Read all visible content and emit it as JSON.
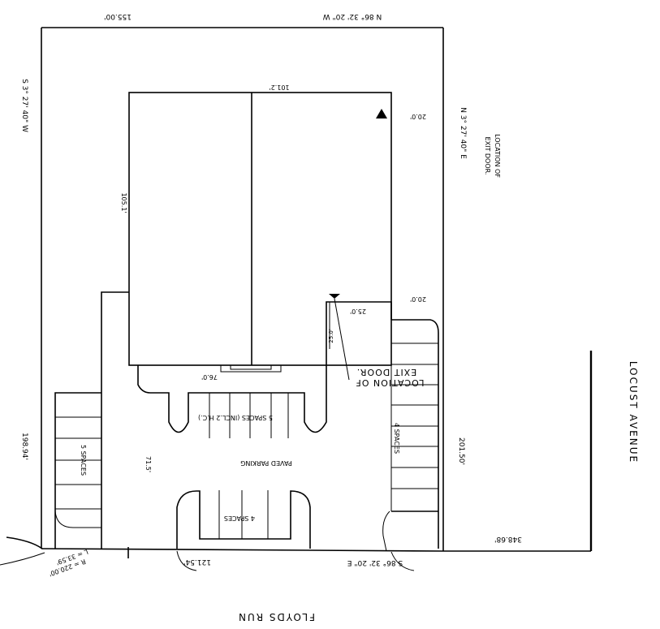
{
  "bearings": {
    "north_boundary": "N 86° 32' 20\" W",
    "west_boundary": "S 3° 27' 40\" W",
    "east_boundary": "N 3° 27' 40\" E",
    "south_boundary": "S 86° 32' 20\" E"
  },
  "distances": {
    "north": "155.00'",
    "west": "198.94'",
    "east": "201.50'",
    "south": "121.54'",
    "frontage": "348.68'",
    "building_width": "101.2'",
    "building_depth": "105.1'",
    "setback_top": "20.0'",
    "setback_notch": "20.0'",
    "notch_width": "25.0'",
    "door_offset": "25.0'",
    "front_apron": "76.0'",
    "drive_depth": "71.5'"
  },
  "curve": {
    "radius": "R = 220.00'",
    "length": "L = 33.59'"
  },
  "parking": {
    "main_label": "PAVED PARKING",
    "west_spaces": "5 SPACES",
    "center_spaces": "5 SPACES (INCL.2 H.C.)",
    "east_spaces": "4 SPACES",
    "south_spaces": "4 SPACES"
  },
  "notes": {
    "exit_door_line1": "LOCATION OF",
    "exit_door_line2": "EXIT DOOR.",
    "exit_door_small_line1": "LOCATION OF",
    "exit_door_small_line2": "EXIT DOOR."
  },
  "streets": {
    "south": "FLOYDS RUN",
    "east": "LOCUST AVENUE"
  }
}
